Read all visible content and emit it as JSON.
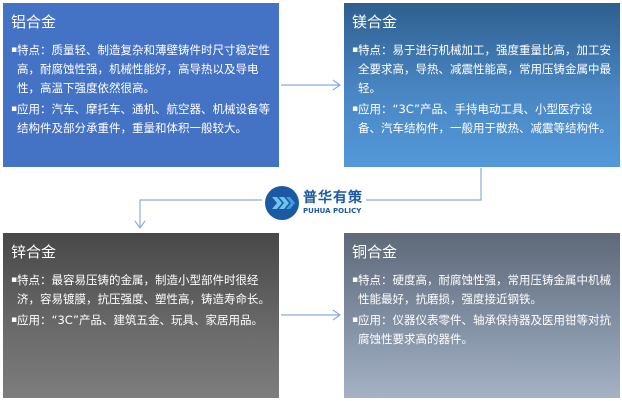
{
  "boxes": {
    "aluminum": {
      "title": "铝合金",
      "bullet": "▪",
      "features": "特点：质量轻、制造复杂和薄壁铸件时尺寸稳定性高，耐腐蚀性强，机械性能好，高导热以及导电性，高温下强度依然很高。",
      "applications": "应用：汽车、摩托车、通机、航空器、机械设备等结构件及部分承重件，重量和体积一般较大。"
    },
    "magnesium": {
      "title": "镁合金",
      "bullet": "▪",
      "features": "特点：易于进行机械加工，强度重量比高，加工安全要求高，导热、减震性能高，常用压铸金属中最轻。",
      "applications": "应用：“3C”产品、手持电动工具、小型医疗设备、汽车结构件，一般用于散热、减震等结构件。"
    },
    "zinc": {
      "title": "锌合金",
      "bullet": "▪",
      "features": "特点：最容易压铸的金属，制造小型部件时很经济，容易镀膜，抗压强度、塑性高，铸造寿命长。",
      "applications": "应用：“3C”产品、建筑五金、玩具、家居用品。"
    },
    "copper": {
      "title": "铜合金",
      "bullet": "▪",
      "features": "特点：硬度高，耐腐蚀性强，常用压铸金属中机械性能最好，抗磨损，强度接近钢铁。",
      "applications": "应用：仪器仪表零件、轴承保持器及医用钳等对抗腐蚀性要求高的器件。"
    }
  },
  "logo": {
    "name_cn": "普华有策",
    "name_en": "PUHUA POLICY"
  },
  "colors": {
    "aluminum_bg": "#4472c4",
    "magnesium_bg": "#4a87c4",
    "zinc_bg": "#5f5f5f",
    "copper_bg": "#8694a8",
    "connector": "#8faadc",
    "logo_blue": "#1b5aa3"
  }
}
